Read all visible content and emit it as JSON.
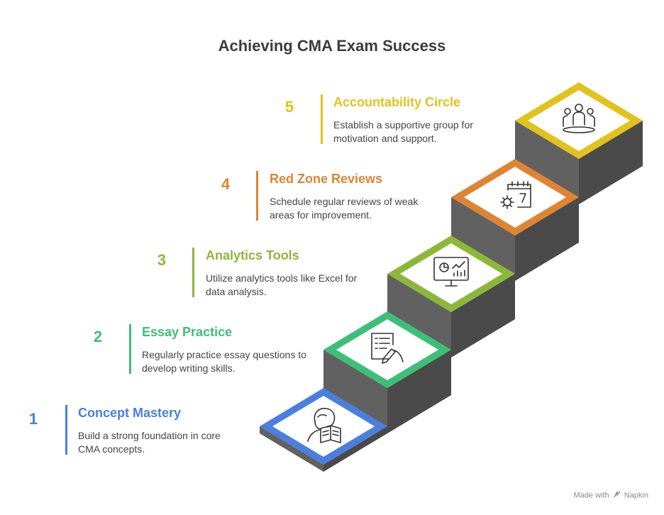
{
  "title": "Achieving CMA Exam Success",
  "steps": [
    {
      "number": "1",
      "title": "Concept Mastery",
      "description": "Build a strong foundation in core CMA concepts.",
      "color": "#4a7fdf",
      "icon": "student-reading-icon"
    },
    {
      "number": "2",
      "title": "Essay Practice",
      "description": "Regularly practice essay questions to develop writing skills.",
      "color": "#3dbf78",
      "icon": "writing-document-icon"
    },
    {
      "number": "3",
      "title": "Analytics Tools",
      "description": "Utilize analytics tools like Excel for data analysis.",
      "color": "#8cb83a",
      "icon": "analytics-monitor-icon"
    },
    {
      "number": "4",
      "title": "Red Zone Reviews",
      "description": "Schedule regular reviews of weak areas for improvement.",
      "color": "#df8433",
      "icon": "calendar-gear-icon"
    },
    {
      "number": "5",
      "title": "Accountability Circle",
      "description": "Establish a supportive group for motivation and support.",
      "color": "#e2c21c",
      "icon": "group-people-icon"
    }
  ],
  "footer": {
    "made_with": "Made with",
    "brand": "Napkin"
  }
}
